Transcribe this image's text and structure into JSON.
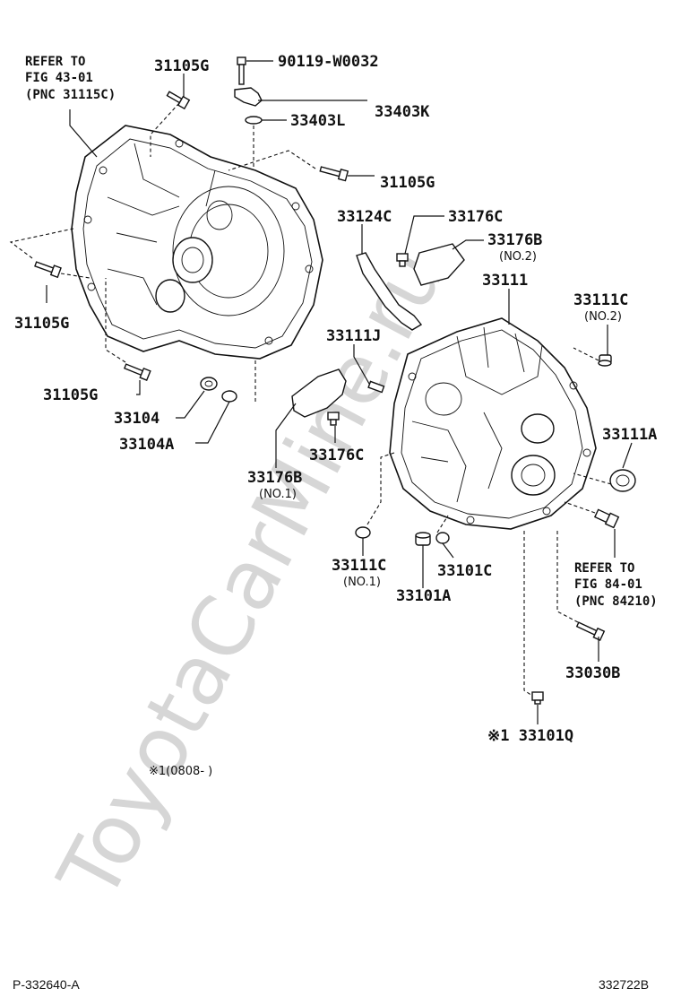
{
  "watermark": "ToyotaCarMine.ru",
  "footer": {
    "left_code": "P-332640-A",
    "right_code": "332722B",
    "note": "※1(0808-    )"
  },
  "refer_left": [
    "REFER TO",
    "FIG 43-01",
    "(PNC 31115C)"
  ],
  "refer_right": [
    "REFER TO",
    "FIG 84-01",
    "(PNC 84210)"
  ],
  "labels": {
    "p31105g_top": "31105G",
    "p90119": "90119-W0032",
    "p33403k": "33403K",
    "p33403l": "33403L",
    "p31105g_right": "31105G",
    "p31105g_left": "31105G",
    "p31105g_bottom": "31105G",
    "p33104": "33104",
    "p33104a": "33104A",
    "p33124c": "33124C",
    "p33176c_top": "33176C",
    "p33176b_top": "33176B",
    "p33176b_top_sub": "(NO.2)",
    "p33111": "33111",
    "p33111c_top": "33111C",
    "p33111c_top_sub": "(NO.2)",
    "p33111j": "33111J",
    "p33111a": "33111A",
    "p33176c_mid": "33176C",
    "p33176b_mid": "33176B",
    "p33176b_mid_sub": "(NO.1)",
    "p33111c_bot": "33111C",
    "p33111c_bot_sub": "(NO.1)",
    "p33101c": "33101C",
    "p33101a": "33101A",
    "p33030b": "33030B",
    "p33101q": "※1 33101Q"
  }
}
